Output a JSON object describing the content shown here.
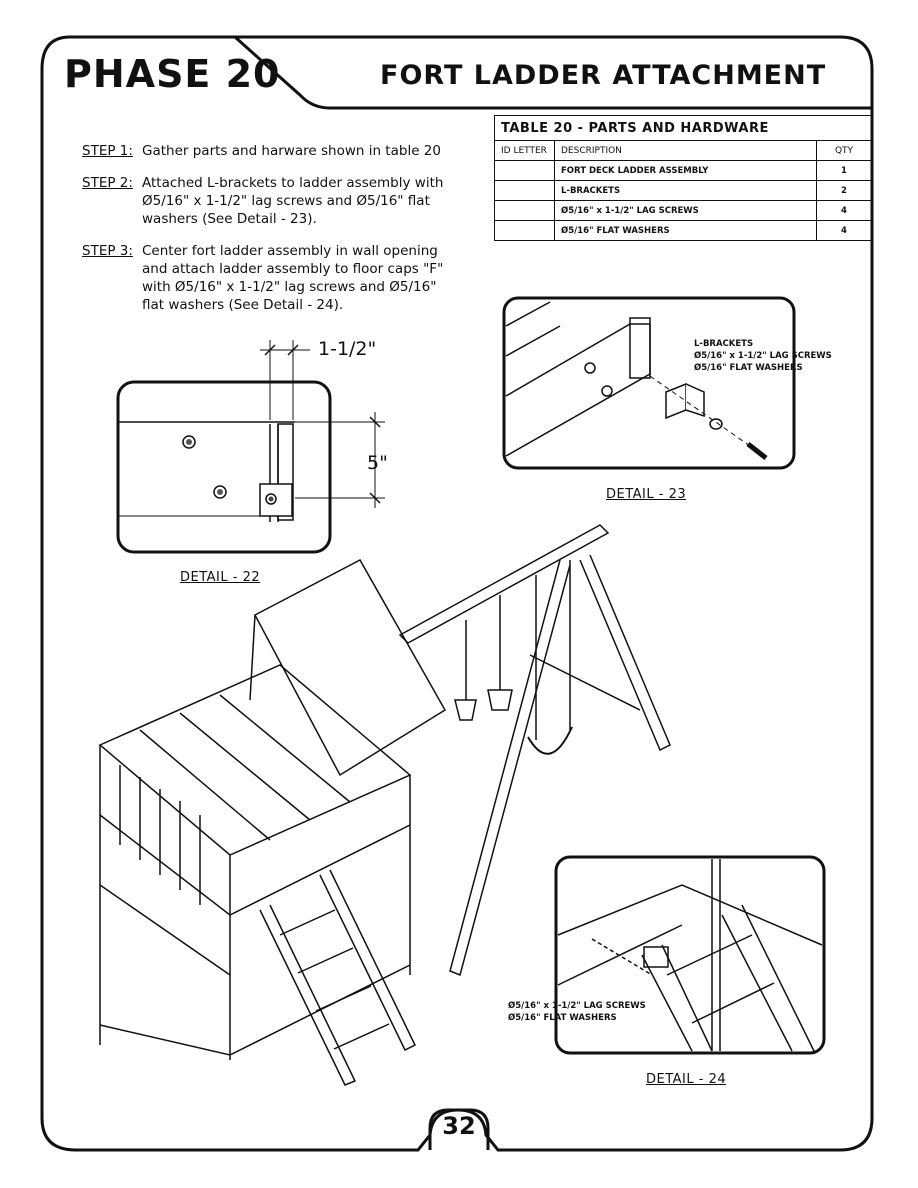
{
  "header": {
    "phase": "PHASE 20",
    "title": "FORT LADDER ATTACHMENT"
  },
  "steps": [
    {
      "label": "STEP 1:",
      "text": "Gather parts and harware shown in table 20"
    },
    {
      "label": "STEP 2:",
      "text": "Attached L-brackets to ladder assembly with Ø5/16\" x 1-1/2\" lag screws and Ø5/16\" flat washers (See Detail - 23)."
    },
    {
      "label": "STEP 3:",
      "text": "Center fort ladder assembly in wall opening and attach ladder assembly to floor caps \"F\" with Ø5/16\" x 1-1/2\" lag screws and Ø5/16\" flat washers (See Detail - 24)."
    }
  ],
  "parts_table": {
    "caption": "TABLE 20 - PARTS AND HARDWARE",
    "headers": {
      "id": "ID LETTER",
      "description": "DESCRIPTION",
      "qty": "QTY"
    },
    "rows": [
      {
        "id": "",
        "description": "FORT DECK LADDER ASSEMBLY",
        "qty": "1"
      },
      {
        "id": "",
        "description": "L-BRACKETS",
        "qty": "2"
      },
      {
        "id": "",
        "description": "Ø5/16\" x 1-1/2\" LAG SCREWS",
        "qty": "4"
      },
      {
        "id": "",
        "description": "Ø5/16\" FLAT WASHERS",
        "qty": "4"
      }
    ]
  },
  "detail22": {
    "label": "DETAIL - 22",
    "dim_width": "1-1/2\"",
    "dim_height": "5\""
  },
  "detail23": {
    "label": "DETAIL - 23",
    "callout_1": "L-BRACKETS",
    "callout_2": "Ø5/16\" x 1-1/2\" LAG SCREWS",
    "callout_3": "Ø5/16\" FLAT WASHERS"
  },
  "detail24": {
    "label": "DETAIL - 24",
    "callout_1": "Ø5/16\" x 1-1/2\" LAG SCREWS",
    "callout_2": "Ø5/16\" FLAT WASHERS"
  },
  "footer": {
    "page_number": "32"
  }
}
